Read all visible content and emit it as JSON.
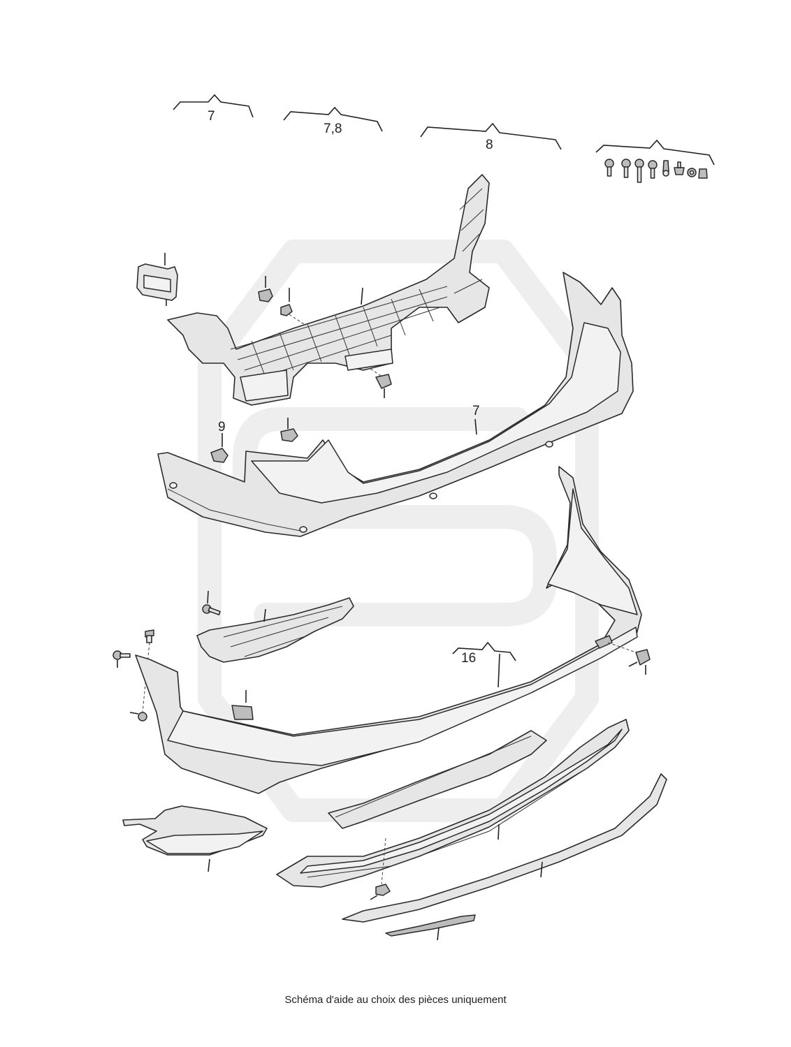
{
  "callouts": {
    "top_left": "7",
    "top_middle": "7,8",
    "top_right": "8",
    "bumper_cover_label": "7",
    "clip_label": "9",
    "lower_assembly_label": "16"
  },
  "footer_note": "Schéma d'aide au choix des pièces uniquement",
  "colors": {
    "line": "#2a2a2a",
    "part_fill": "#e6e6e6",
    "watermark": "#eeeeee"
  }
}
